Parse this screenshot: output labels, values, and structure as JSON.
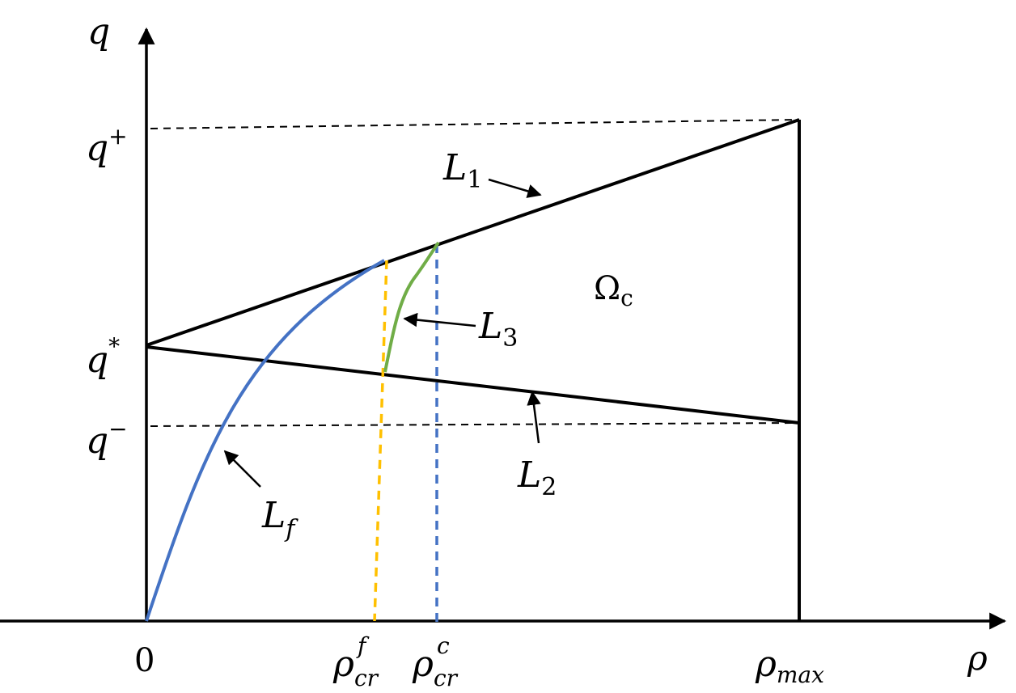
{
  "axes": {
    "y_label": "q",
    "x_label": "ρ",
    "origin_label": "0"
  },
  "y_ticks": {
    "q_plus": {
      "base": "q",
      "sup": "+"
    },
    "q_star": {
      "base": "q",
      "sup": "*"
    },
    "q_minus": {
      "base": "q",
      "sup": "−"
    }
  },
  "x_ticks": {
    "rho_cr_f": {
      "base": "ρ",
      "sup": "f",
      "sub": "cr"
    },
    "rho_cr_c": {
      "base": "ρ",
      "sup": "c",
      "sub": "cr"
    },
    "rho_max": {
      "base": "ρ",
      "sub": "max"
    }
  },
  "curves": {
    "L1": {
      "base": "L",
      "sub": "1"
    },
    "L2": {
      "base": "L",
      "sub": "2"
    },
    "L3": {
      "base": "L",
      "sub": "3"
    },
    "Lf": {
      "base": "L",
      "sub": "f"
    }
  },
  "region": {
    "base": "Ω",
    "sub": "c"
  },
  "colors": {
    "axis": "#000000",
    "curve_Lf": "#4472C4",
    "curve_L3": "#70AD47",
    "rho_cr_f_line": "#FFC000",
    "rho_cr_c_line": "#4472C4"
  }
}
